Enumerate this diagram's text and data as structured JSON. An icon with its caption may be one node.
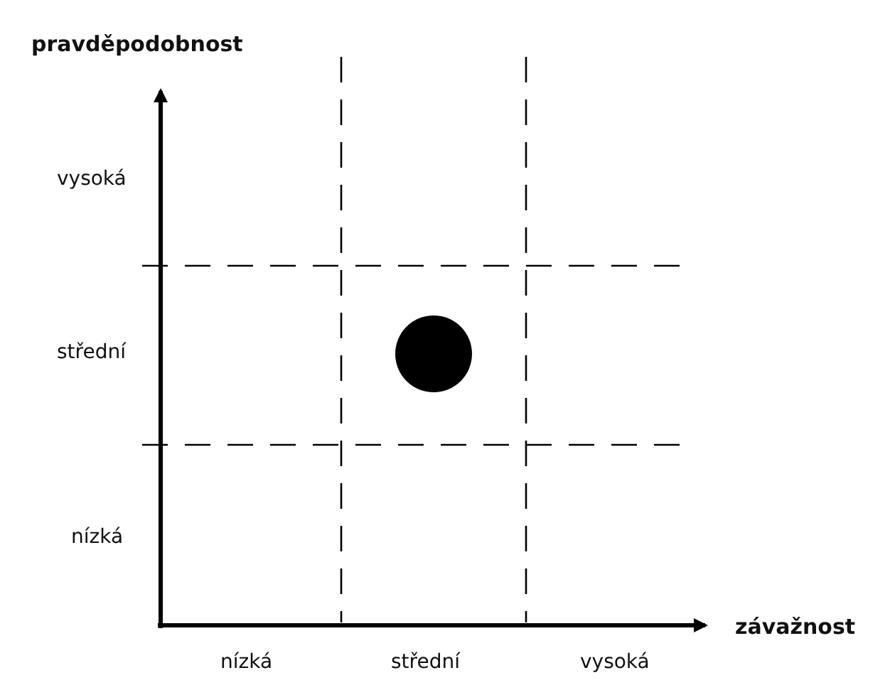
{
  "diagram": {
    "nodes": [
      {
        "text": [],
        "shape": "circle"
      }
    ],
    "labels": [
      "pravděpodobnost",
      "vysoká",
      "střední",
      "nízká",
      "závažnost",
      "nízká",
      "střední",
      "vysoká"
    ]
  }
}
